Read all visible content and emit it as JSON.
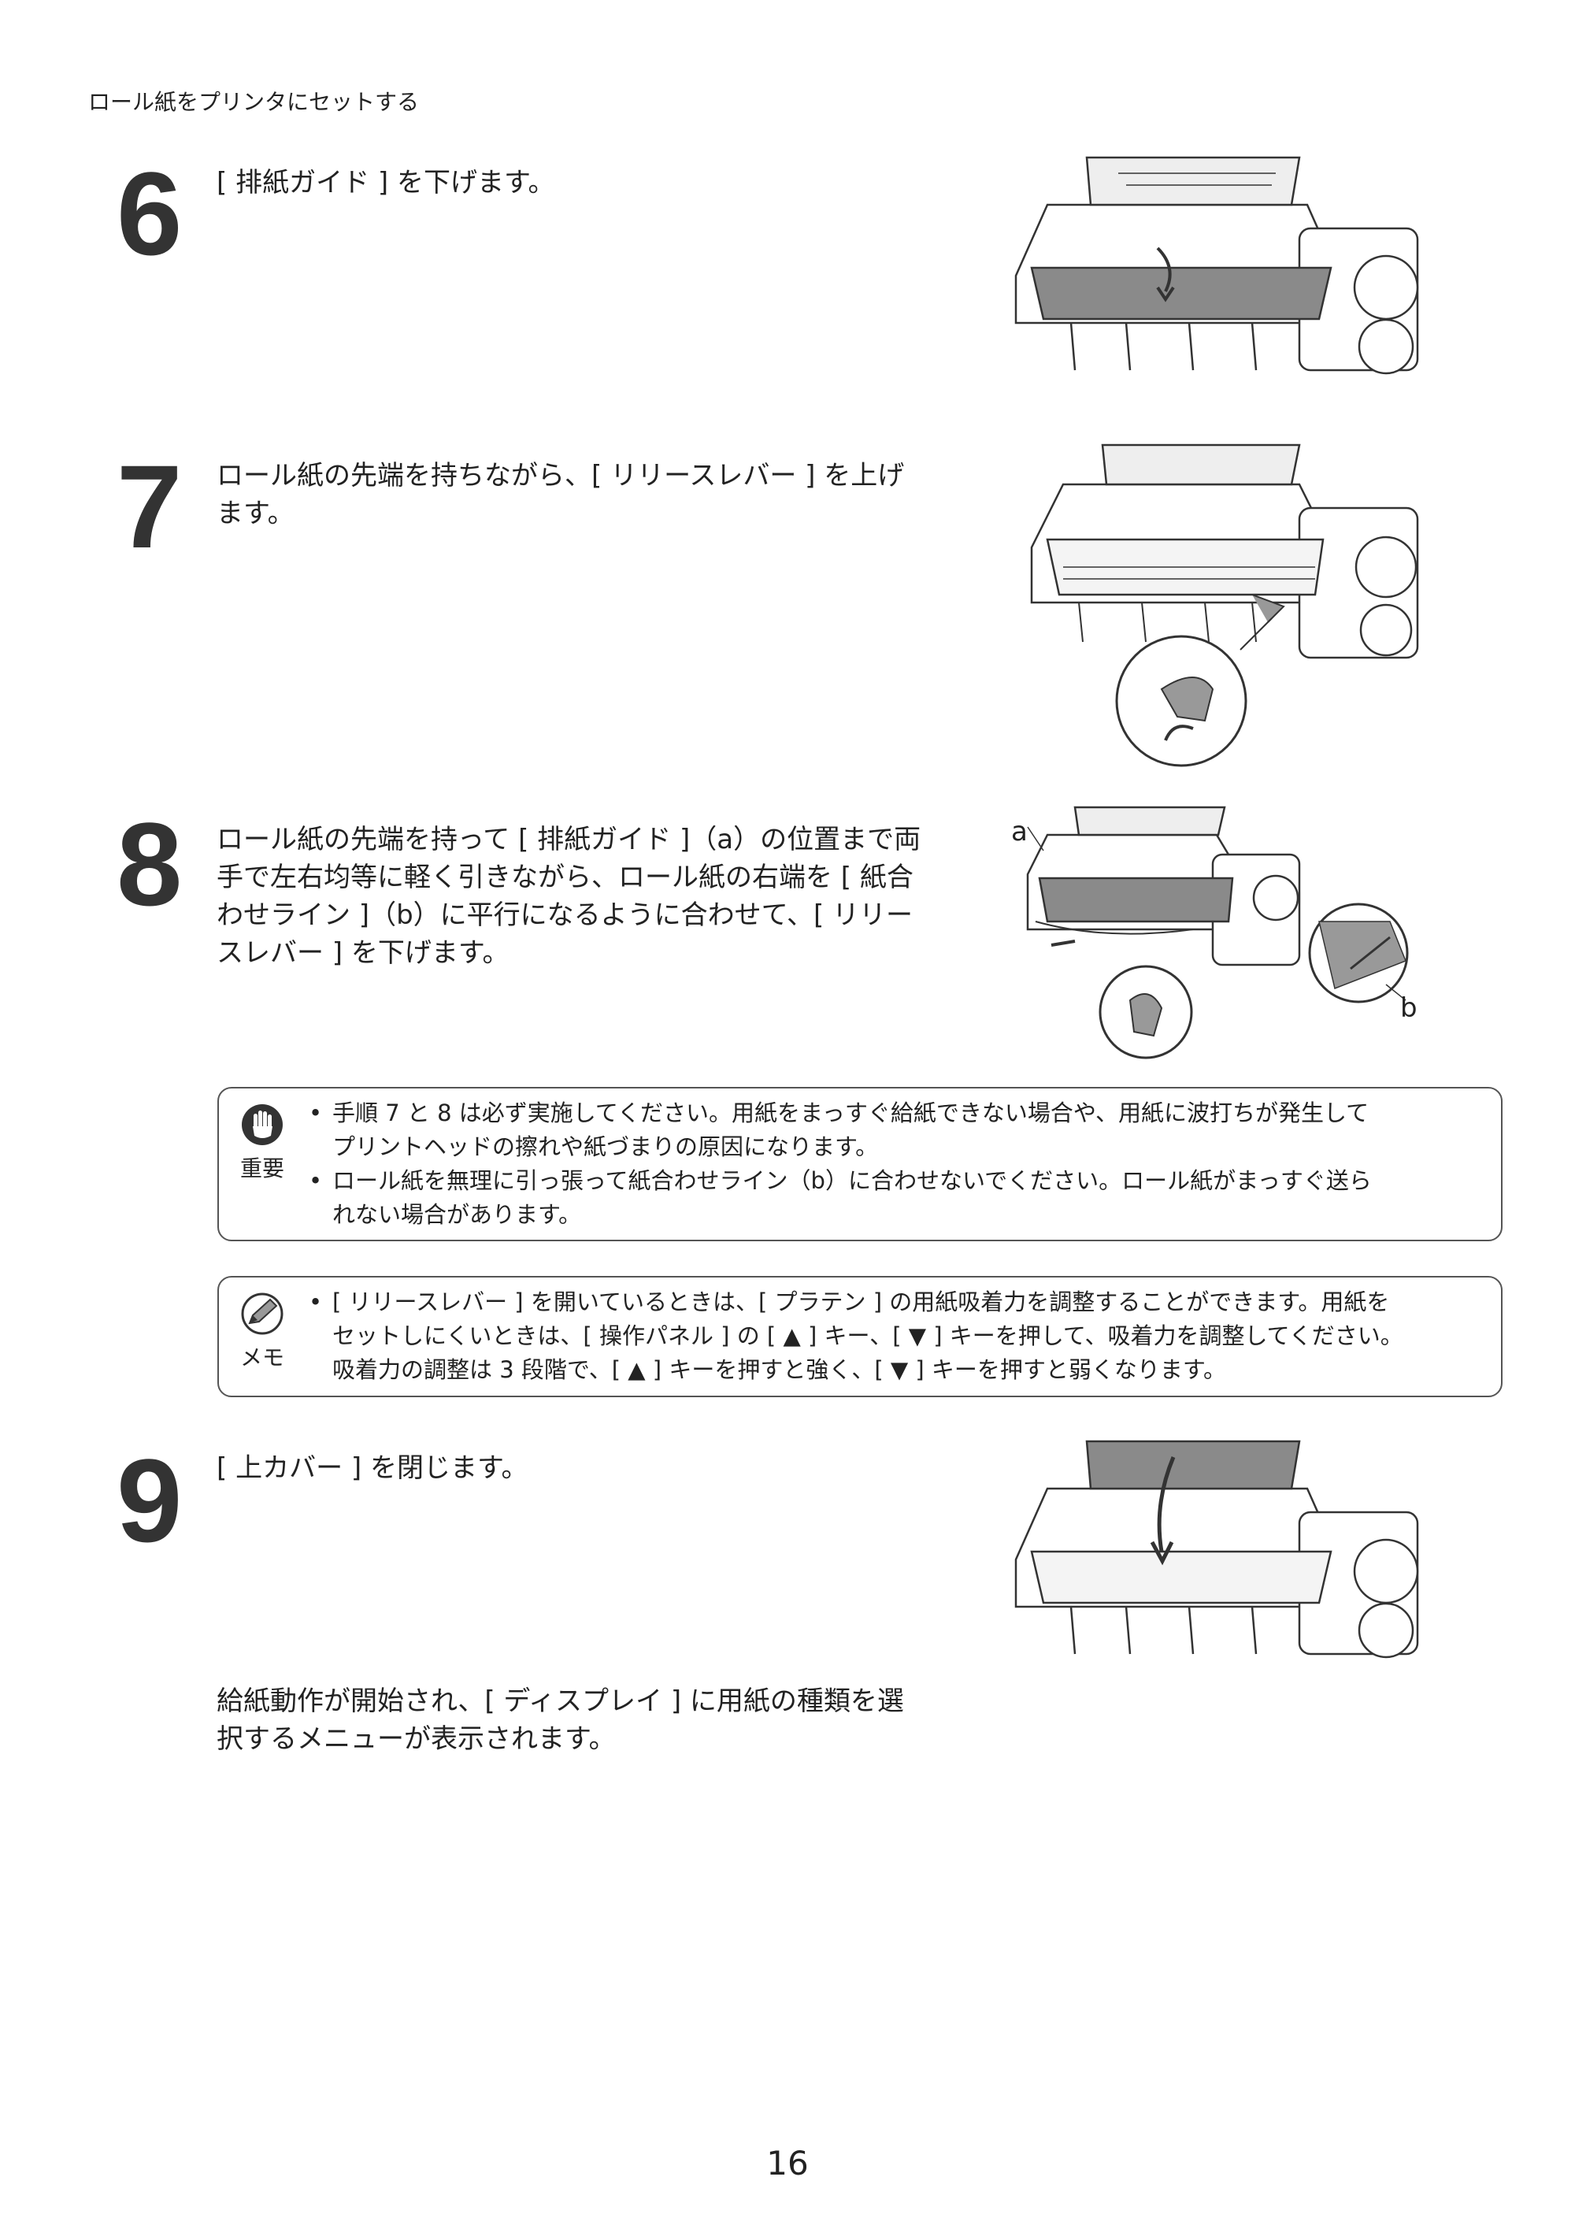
{
  "header": {
    "title": "ロール紙をプリンタにセットする"
  },
  "steps": [
    {
      "number": "6",
      "lines": [
        "[ 排紙ガイド ] を下げます。"
      ]
    },
    {
      "number": "7",
      "lines": [
        "ロール紙の先端を持ちながら、[ リリースレバー ] を上げ",
        "ます。"
      ]
    },
    {
      "number": "8",
      "lines": [
        "ロール紙の先端を持って [ 排紙ガイド ]（a）の位置まで両",
        "手で左右均等に軽く引きながら、ロール紙の右端を [ 紙合",
        "わせライン ]（b）に平行になるように合わせて、[ リリー",
        "スレバー ] を下げます。"
      ],
      "label_a": "a",
      "label_b": "b"
    },
    {
      "number": "9",
      "lines": [
        "[ 上カバー ] を閉じます。"
      ]
    }
  ],
  "result_text": {
    "lines": [
      "給紙動作が開始され、[ ディスプレイ ] に用紙の種類を選",
      "択するメニューが表示されます。"
    ]
  },
  "important": {
    "label": "重要",
    "items": [
      {
        "lines": [
          "手順 7 と 8 は必ず実施してください。用紙をまっすぐ給紙できない場合や、用紙に波打ちが発生して",
          "プリントヘッドの擦れや紙づまりの原因になります。"
        ]
      },
      {
        "lines": [
          "ロール紙を無理に引っ張って紙合わせライン（b）に合わせないでください。ロール紙がまっすぐ送ら",
          "れない場合があります。"
        ]
      }
    ]
  },
  "memo": {
    "label": "メモ",
    "items": [
      {
        "lines": [
          "[ リリースレバー ] を開いているときは、[ プラテン ] の用紙吸着力を調整することができます。用紙を",
          "セットしにくいときは、[ 操作パネル ] の [ ▲ ] キー、[ ▼ ] キーを押して、吸着力を調整してください。",
          "吸着力の調整は 3 段階で、[ ▲ ] キーを押すと強く、[ ▼ ] キーを押すと弱くなります。"
        ]
      }
    ]
  },
  "bullet": "•",
  "footer": {
    "page_number": "16"
  }
}
